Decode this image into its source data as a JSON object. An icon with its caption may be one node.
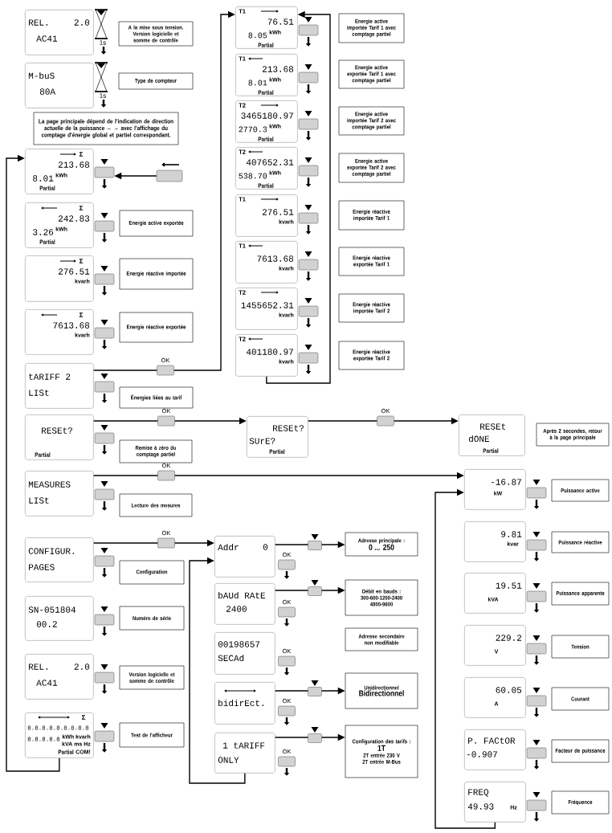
{
  "diagram": {
    "nodes": [
      {
        "text": [
          "REL.",
          "2.0",
          "AC41"
        ],
        "beside": [
          "1s"
        ]
      },
      {
        "text": [
          "A la mise sous tension. Version logicielle et somme de contrôle"
        ]
      },
      {
        "text": [
          "M-buS",
          "80A"
        ],
        "beside": [
          "1s"
        ]
      },
      {
        "text": [
          "Type de compteur"
        ]
      },
      {
        "text": [
          "La page principale dépend de l'indication de direction actuelle de la puissance ← → avec l'affichage du comptage d'énergie global et partiel correspondant."
        ]
      },
      {
        "text": [
          "Σ",
          "213.68",
          "8.01",
          "kWh",
          "Partial"
        ]
      },
      {
        "text": [],
        "shape": "box"
      },
      {
        "text": [],
        "shape": "box"
      },
      {
        "text": [
          "Σ",
          "242.83",
          "3.26",
          "kWh",
          "Partial"
        ]
      },
      {
        "text": [
          "Energie active exportée"
        ]
      },
      {
        "text": [
          "Σ",
          "276.51",
          "kvarh"
        ]
      },
      {
        "text": [
          "Energie réactive importée"
        ]
      },
      {
        "text": [
          "Σ",
          "7613.68",
          "kvarh"
        ]
      },
      {
        "text": [
          "Energie réactive exportée"
        ]
      },
      {
        "text": [
          "tARIFF 2",
          "LISt"
        ]
      },
      {
        "text": [
          "Énergies liées au tarif"
        ]
      },
      {
        "text": [
          "RESEt?",
          "Partial"
        ]
      },
      {
        "text": [
          "Remise à zéro du comptage partiel"
        ]
      },
      {
        "text": [
          "RESEt?",
          "SUrE?",
          "Partial"
        ]
      },
      {
        "text": [
          "RESEt",
          "dONE",
          "Partial"
        ]
      },
      {
        "text": [
          "Après 2 secondes, retour à la page principale"
        ]
      },
      {
        "text": [
          "MEASURES",
          "LISt"
        ]
      },
      {
        "text": [
          "Lecture des mesures"
        ]
      },
      {
        "text": [
          "CONFIGUR.",
          "PAGES"
        ]
      },
      {
        "text": [
          "Configuration"
        ]
      },
      {
        "text": [
          "SN-051804",
          "00.2"
        ]
      },
      {
        "text": [
          "Numéro de série"
        ]
      },
      {
        "text": [
          "REL.",
          "2.0",
          "AC41"
        ]
      },
      {
        "text": [
          "Version logicielle et somme de contrôle"
        ]
      },
      {
        "text": [
          "Σ",
          "8.8.8.8.8.8.8.8.8",
          "8.8.8.8.8",
          "kWh kvarh",
          "kVA ms Hz",
          "Partial",
          "COM!"
        ]
      },
      {
        "text": [
          "Test de l'afficheur"
        ]
      },
      {
        "text": [
          "T1",
          "76.51",
          "8.05",
          "kWh",
          "Partial"
        ]
      },
      {
        "text": [
          "Energie active importée Tarif 1 avec comptage partiel"
        ]
      },
      {
        "text": [
          "T1",
          "213.68",
          "8.01",
          "kWh",
          "Partial"
        ]
      },
      {
        "text": [
          "Energie active exportée Tarif 1 avec comptage partiel"
        ]
      },
      {
        "text": [
          "T2",
          "3465180.97",
          "2770.3",
          "kWh",
          "Partial"
        ]
      },
      {
        "text": [
          "Energie active importée Tarif 2 avec comptage partiel"
        ]
      },
      {
        "text": [
          "T2",
          "407652.31",
          "538.70",
          "kWh",
          "Partial"
        ]
      },
      {
        "text": [
          "Energie active exportée Tarif 2 avec comptage partiel"
        ]
      },
      {
        "text": [
          "T1",
          "276.51",
          "kvarh"
        ]
      },
      {
        "text": [
          "Energie réactive importée Tarif 1"
        ]
      },
      {
        "text": [
          "T1",
          "7613.68",
          "kvarh"
        ]
      },
      {
        "text": [
          "Energie réactive exportée Tarif 1"
        ]
      },
      {
        "text": [
          "T2",
          "1455652.31",
          "kvarh"
        ]
      },
      {
        "text": [
          "Energie réactive importée Tarif 2"
        ]
      },
      {
        "text": [
          "T2",
          "401180.97",
          "kvarh"
        ]
      },
      {
        "text": [
          "Energie réactive exportée Tarif 2"
        ]
      },
      {
        "text": [
          "Addr",
          "0"
        ]
      },
      {
        "text": [
          "Adresse principale :",
          "0 ... 250"
        ]
      },
      {
        "text": [
          "bAUd RAtE",
          "2400"
        ]
      },
      {
        "text": [
          "Débit en bauds :",
          "300-600-1200-2400",
          "4800-9600"
        ]
      },
      {
        "text": [
          "00198657",
          "SECAd"
        ]
      },
      {
        "text": [
          "Adresse secondaire non modifiable"
        ]
      },
      {
        "text": [
          "bidirEct."
        ]
      },
      {
        "text": [
          "Unidirectionnel",
          "Bidirectionnel"
        ]
      },
      {
        "text": [
          "1 tARIFF",
          "ONLY"
        ]
      },
      {
        "text": [
          "Configuration des tarifs :",
          "1T",
          "2T entrée 230 V",
          "2T entrée M-Bus"
        ]
      },
      {
        "text": [
          "-16.87",
          "kW"
        ]
      },
      {
        "text": [
          "Puissance active"
        ]
      },
      {
        "text": [
          "9.81",
          "kvar"
        ]
      },
      {
        "text": [
          "Puissance réactive"
        ]
      },
      {
        "text": [
          "19.51",
          "kVA"
        ]
      },
      {
        "text": [
          "Puissance apparente"
        ]
      },
      {
        "text": [
          "229.2",
          "V"
        ]
      },
      {
        "text": [
          "Tension"
        ]
      },
      {
        "text": [
          "60.05",
          "A"
        ]
      },
      {
        "text": [
          "Courant"
        ]
      },
      {
        "text": [
          "P. FACtOR",
          "-0.907"
        ]
      },
      {
        "text": [
          "Facteur de puissance"
        ]
      },
      {
        "text": [
          "FREQ",
          "49.93",
          "Hz"
        ]
      },
      {
        "text": [
          "Fréquence"
        ]
      },
      {
        "text": [
          "OK"
        ]
      },
      {
        "text": [
          "OK"
        ]
      },
      {
        "text": [
          "OK"
        ]
      },
      {
        "text": [
          "OK"
        ]
      },
      {
        "text": [
          "OK"
        ]
      },
      {
        "text": [
          "OK"
        ]
      },
      {
        "text": [
          "OK"
        ]
      },
      {
        "text": [
          "OK"
        ]
      },
      {
        "text": [
          "OK"
        ]
      },
      {
        "text": [
          "OK"
        ]
      }
    ],
    "edges": [
      {
        "from": 7,
        "to": 6,
        "arrow": "to"
      },
      {
        "from": 14,
        "to": 76,
        "arrow": "none"
      },
      {
        "from": 76,
        "to": 31,
        "arrow": "to"
      },
      {
        "from": 45,
        "to": 31,
        "arrow": "to"
      },
      {
        "from": 16,
        "to": 77,
        "arrow": "none"
      },
      {
        "from": 77,
        "to": 18,
        "arrow": "to"
      },
      {
        "from": 18,
        "to": 78,
        "arrow": "none"
      },
      {
        "from": 78,
        "to": 19,
        "arrow": "to"
      },
      {
        "from": 21,
        "to": 79,
        "arrow": "none"
      },
      {
        "from": 79,
        "to": 57,
        "arrow": "to"
      },
      {
        "from": 69,
        "to": 57,
        "arrow": "to"
      },
      {
        "from": 23,
        "to": 80,
        "arrow": "none"
      },
      {
        "from": 80,
        "to": 47,
        "arrow": "to"
      },
      {
        "from": 55,
        "to": 47,
        "arrow": "to"
      },
      {
        "from": 29,
        "to": 5,
        "arrow": "to"
      },
      {
        "from": 47,
        "to": 48,
        "arrow": "to"
      },
      {
        "from": 49,
        "to": 50,
        "arrow": "to"
      },
      {
        "from": 53,
        "to": 54,
        "arrow": "to"
      },
      {
        "from": 55,
        "to": 56,
        "arrow": "to"
      }
    ]
  }
}
